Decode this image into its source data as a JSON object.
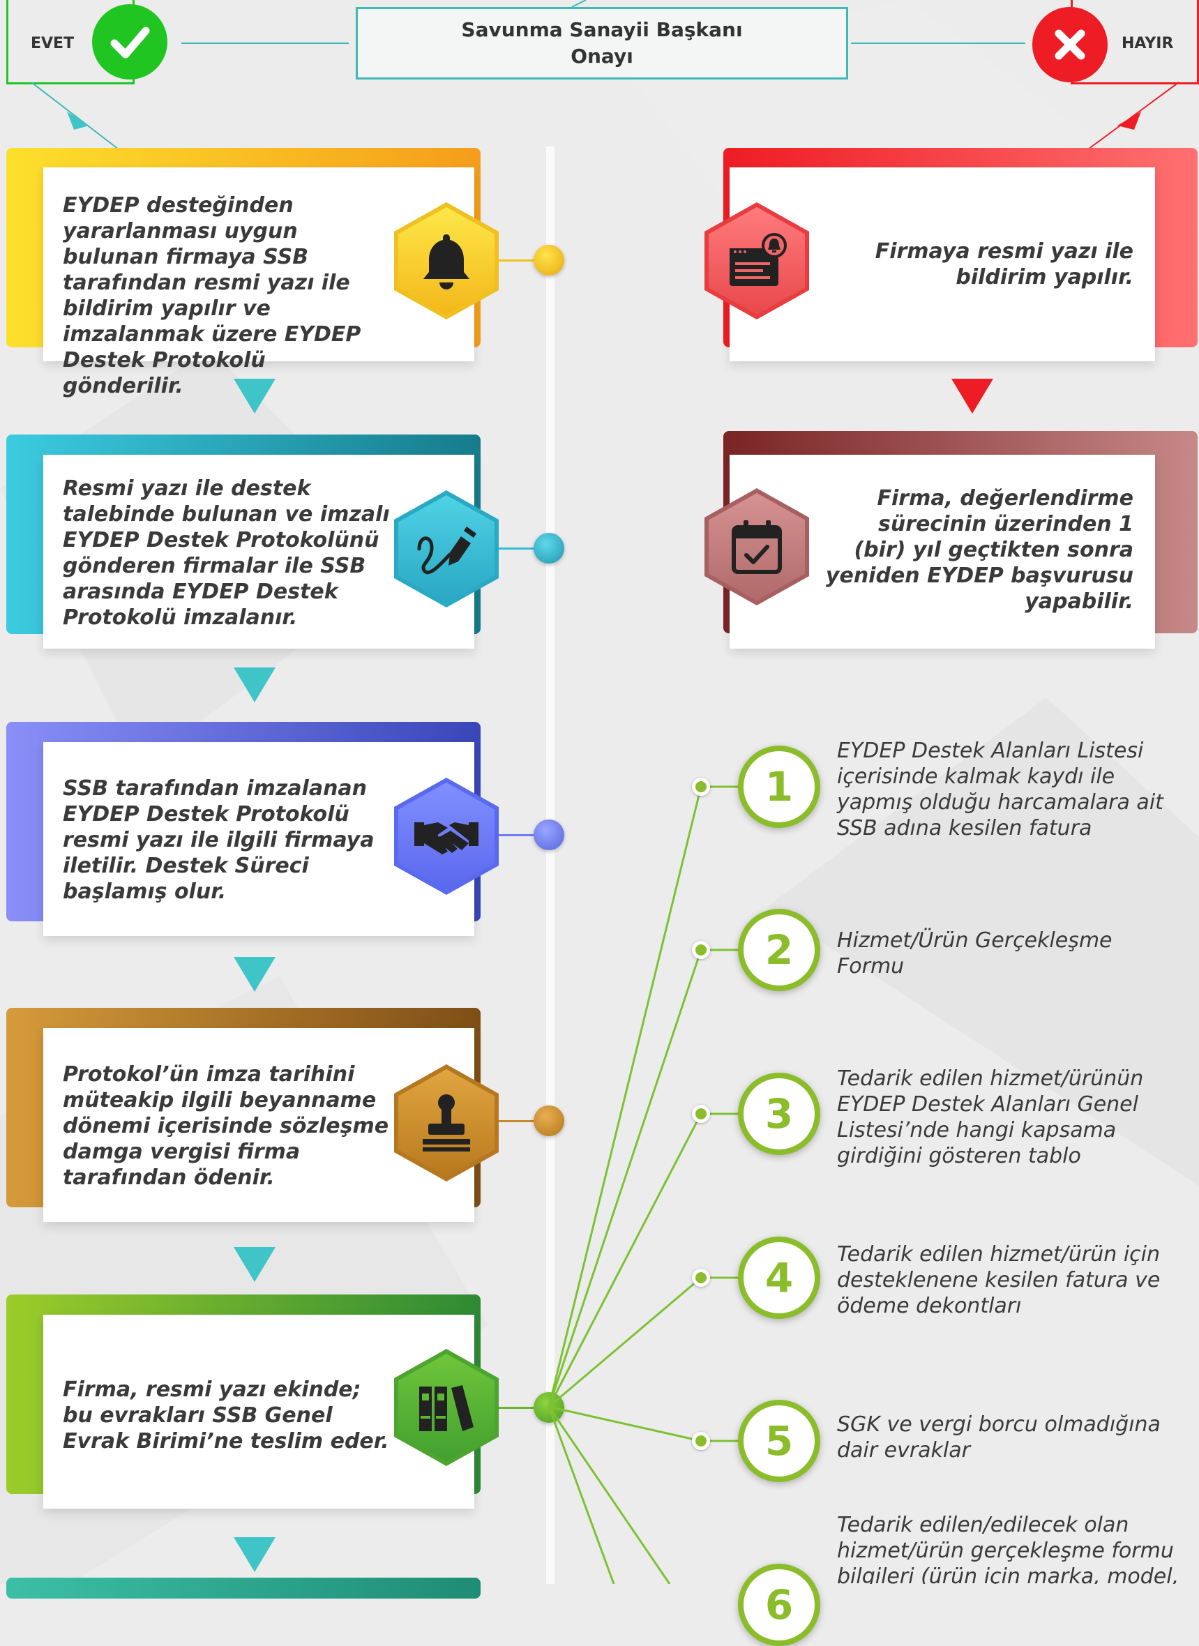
{
  "header": {
    "title": "Savunma Sanayii Başkanı Onayı",
    "yes_label": "EVET",
    "no_label": "HAYIR"
  },
  "colors": {
    "teal": "#3fc4c8",
    "red": "#ee1c24",
    "green": "#21c521",
    "lime": "#8bbd2a"
  },
  "left_steps": [
    {
      "text": "EYDEP desteğinden yararlanması uygun bulunan firmaya SSB tarafından resmi yazı ile bildirim yapılır ve imzalanmak üzere EYDEP Destek Protokolü gönderilir.",
      "icon": "bell-icon",
      "color": "#f5c518"
    },
    {
      "text": "Resmi yazı ile destek talebinde bulunan ve imzalı EYDEP Destek Protokolünü gönderen firmalar ile SSB arasında EYDEP Destek Protokolü imzalanır.",
      "icon": "pen-sign-icon",
      "color": "#36bcd4"
    },
    {
      "text": "SSB tarafından imzalanan EYDEP Destek Protokolü resmi yazı ile ilgili firmaya iletilir. Destek Süreci başlamış olur.",
      "icon": "handshake-icon",
      "color": "#6d7cf0"
    },
    {
      "text": "Protokol’ün imza tarihini müteakip ilgili beyanname dönemi içerisinde sözleşme damga vergisi firma tarafından ödenir.",
      "icon": "stamp-icon",
      "color": "#c8892a"
    },
    {
      "text": "Firma, resmi yazı ekinde; bu evrakları SSB Genel Evrak Birimi’ne teslim eder.",
      "icon": "binders-icon",
      "color": "#6cb52d"
    }
  ],
  "right_steps": [
    {
      "text": "Firmaya resmi yazı ile bildirim yapılır.",
      "icon": "notification-window-icon",
      "color": "#f0474a"
    },
    {
      "text": "Firma, değerlendirme sürecinin üzerinden 1 (bir) yıl geçtikten sonra yeniden EYDEP başvurusu yapabilir.",
      "icon": "calendar-check-icon",
      "color": "#b06a6a"
    }
  ],
  "requirements": [
    {
      "number": "1",
      "text": "EYDEP Destek Alanları Listesi içerisinde kalmak kaydı ile yapmış olduğu harcamalara ait SSB adına kesilen fatura"
    },
    {
      "number": "2",
      "text": "Hizmet/Ürün Gerçekleşme Formu"
    },
    {
      "number": "3",
      "text": "Tedarik edilen hizmet/ürünün EYDEP Destek Alanları Genel Listesi’nde hangi kapsama girdiğini gösteren tablo"
    },
    {
      "number": "4",
      "text": "Tedarik edilen hizmet/ürün için desteklenene kesilen fatura ve ödeme dekontları"
    },
    {
      "number": "5",
      "text": "SGK ve vergi borcu olmadığına dair evraklar"
    },
    {
      "number": "6",
      "text": "Tedarik edilen/edilecek olan hizmet/ürün gerçekleşme formu bilgileri (ürün için marka, model,"
    }
  ]
}
